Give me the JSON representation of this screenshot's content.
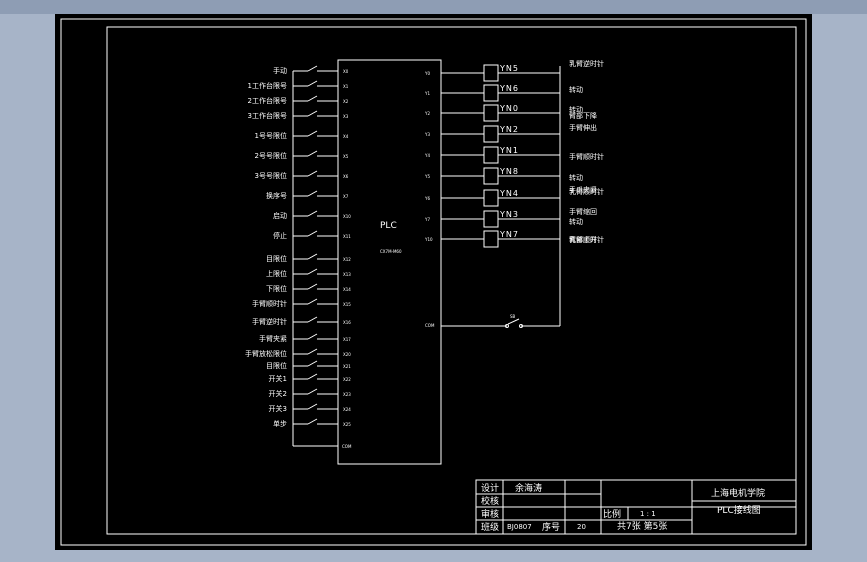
{
  "plc": {
    "title": "PLC",
    "model": "CX7M-M60",
    "inputs": [
      {
        "label": "手动",
        "addr": "X0"
      },
      {
        "label": "1工作台限号",
        "addr": "X1"
      },
      {
        "label": "2工作台限号",
        "addr": "X2"
      },
      {
        "label": "3工作台限号",
        "addr": "X3"
      },
      {
        "label": "1号号限位",
        "addr": "X4"
      },
      {
        "label": "2号号限位",
        "addr": "X5"
      },
      {
        "label": "3号号限位",
        "addr": "X6"
      },
      {
        "label": "换序号",
        "addr": "X7"
      },
      {
        "label": "启动",
        "addr": "X10"
      },
      {
        "label": "停止",
        "addr": "X11"
      },
      {
        "label": "目限位",
        "addr": "X12"
      },
      {
        "label": "上限位",
        "addr": "X13"
      },
      {
        "label": "下限位",
        "addr": "X14"
      },
      {
        "label": "手臂顺时针",
        "addr": "X15"
      },
      {
        "label": "手臂逆时针",
        "addr": "X16"
      },
      {
        "label": "手臂夹紧",
        "addr": "X17"
      },
      {
        "label": "手臂放松限位",
        "addr": "X20"
      },
      {
        "label": "目限位",
        "addr": "X21"
      },
      {
        "label": "开关1",
        "addr": "X22"
      },
      {
        "label": "开关2",
        "addr": "X23"
      },
      {
        "label": "开关3",
        "addr": "X24"
      },
      {
        "label": "单步",
        "addr": "X25"
      }
    ],
    "com_in": "COM",
    "outputs": [
      {
        "addr": "Y0",
        "coil": "YN5",
        "desc": "乳臂逆时针"
      },
      {
        "addr": "Y1",
        "coil": "YN6",
        "desc": "转动"
      },
      {
        "addr": "Y2",
        "coil": "YN0",
        "desc": "臂部下降"
      },
      {
        "addr": "Y3",
        "coil": "YN2",
        "desc": "手臂伸出"
      },
      {
        "addr": "Y4",
        "coil": "YN1",
        "desc": "手臂顺时针"
      },
      {
        "addr": "Y5",
        "coil": "YN8",
        "desc": "转动"
      },
      {
        "addr": "Y6",
        "coil": "YN4",
        "desc": "手爪夹紧"
      },
      {
        "addr": "Y7",
        "coil": "YN3",
        "desc": "手臂缩回"
      },
      {
        "addr": "Y10",
        "coil": "YN7",
        "desc": "乳臂顺时针"
      }
    ],
    "out_extra": [
      "转动",
      "乳臂顺时针",
      "转动",
      "臂部上升"
    ],
    "com_out": "COM",
    "switch": "SB"
  },
  "title_block": {
    "design_label": "设计",
    "design_name": "余海涛",
    "check_label": "校核",
    "review_label": "审核",
    "class_label": "班级",
    "class_value": "BJ0807",
    "seq_label": "序号",
    "seq_value": "20",
    "scale_label": "比例",
    "scale_value": "1 : 1",
    "sheets": "共7张  第5张",
    "school": "上海电机学院",
    "drawing_name": "PLC接线图"
  }
}
